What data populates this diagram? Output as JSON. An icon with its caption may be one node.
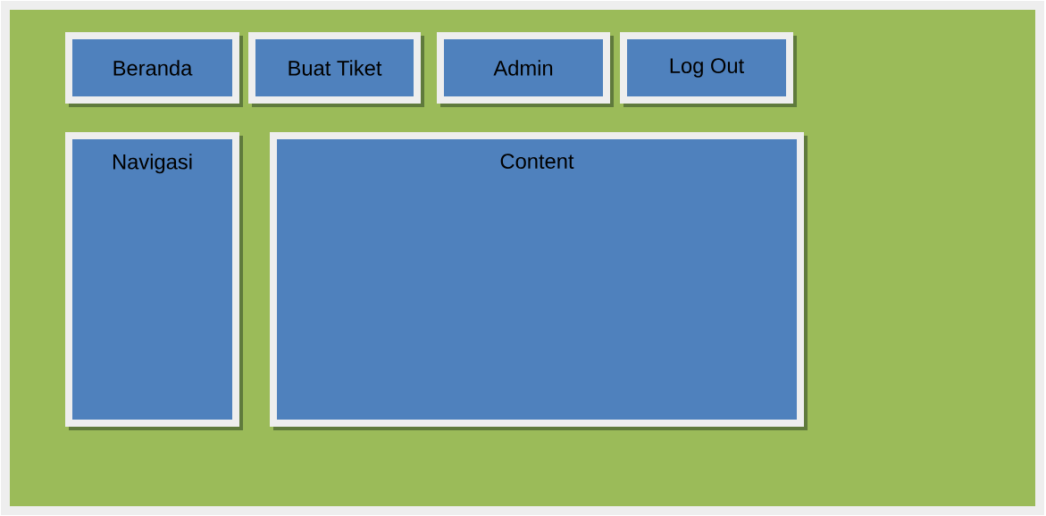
{
  "diagram": {
    "nodes": [
      {
        "text": [
          "Beranda"
        ]
      },
      {
        "text": [
          "Buat Tiket"
        ]
      },
      {
        "text": [
          "Admin"
        ]
      },
      {
        "text": [
          "Log Out"
        ]
      },
      {
        "text": [
          "Navigasi"
        ]
      },
      {
        "text": [
          "Content"
        ]
      }
    ]
  }
}
